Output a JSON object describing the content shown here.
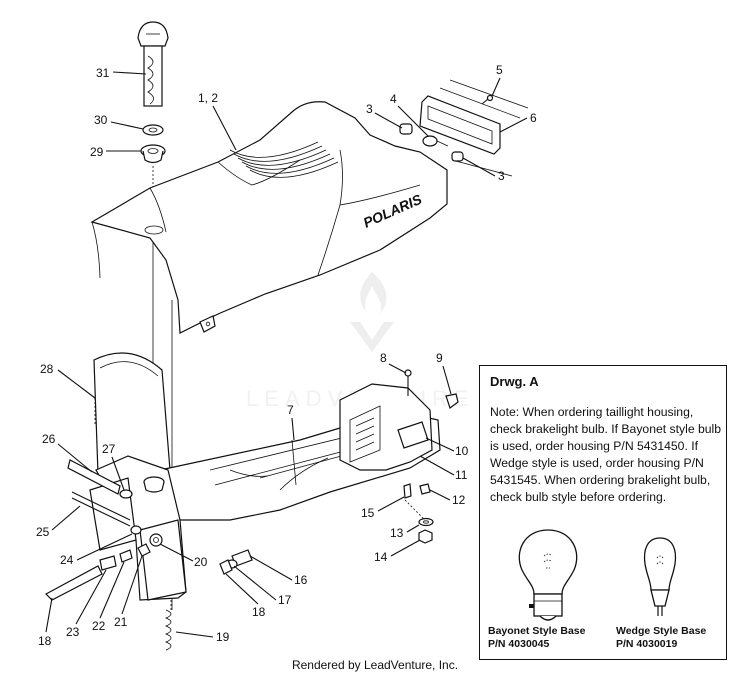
{
  "callouts": {
    "c31": "31",
    "c30": "30",
    "c29": "29",
    "c12a": "1, 2",
    "c3a": "3",
    "c4": "4",
    "c5": "5",
    "c6": "6",
    "c3b": "3",
    "c28": "28",
    "c8": "8",
    "c9": "9",
    "c7": "7",
    "c26": "26",
    "c27": "27",
    "c10": "10",
    "c11": "11",
    "c25": "25",
    "c15": "15",
    "c12": "12",
    "c24": "24",
    "c13": "13",
    "c20": "20",
    "c14": "14",
    "c16": "16",
    "c17": "17",
    "c21": "21",
    "c22": "22",
    "c23": "23",
    "c18a": "18",
    "c18b": "18",
    "c19": "19"
  },
  "brand_on_part": "POLARIS",
  "watermark": "LEADVENTURE",
  "drawing_box": {
    "title": "Drwg. A",
    "note": "Note: When ordering taillight housing, check brakelight bulb.  If Bayonet style bulb is  used, order housing P/N 5431450.  If Wedge style is used, order housing P/N 5431545.  When ordering brakelight bulb, check bulb style before ordering.",
    "bayonet_label": "Bayonet Style Base",
    "bayonet_pn": "P/N 4030045",
    "wedge_label": "Wedge Style Base",
    "wedge_pn": "P/N 4030019"
  },
  "footer": "Rendered by LeadVenture, Inc."
}
